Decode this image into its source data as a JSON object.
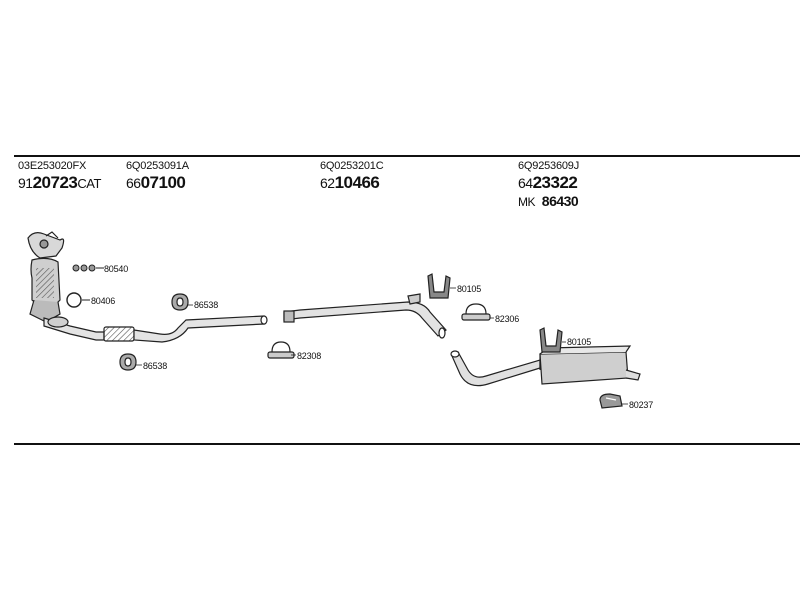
{
  "parts": [
    {
      "oe": "03E253020FX",
      "prefix": "91",
      "number": "20723",
      "suffix": "CAT"
    },
    {
      "oe": "6Q0253091A",
      "prefix": "66",
      "number": "07100",
      "suffix": ""
    },
    {
      "oe": "6Q0253201C",
      "prefix": "62",
      "number": "10466",
      "suffix": ""
    },
    {
      "oe": "6Q9253609J",
      "prefix": "64",
      "number": "23322",
      "suffix": ""
    }
  ],
  "extra_part": {
    "prefix": "MK",
    "number": "86430"
  },
  "component_labels": {
    "gasket_top": "80540",
    "ring_manifold": "80406",
    "clamp_left_low": "86538",
    "clamp_mid": "86538",
    "clamp_center": "82308",
    "hanger_upper": "80105",
    "clamp_right": "82306",
    "hanger_rear": "80105",
    "hanger_tail": "80237"
  }
}
